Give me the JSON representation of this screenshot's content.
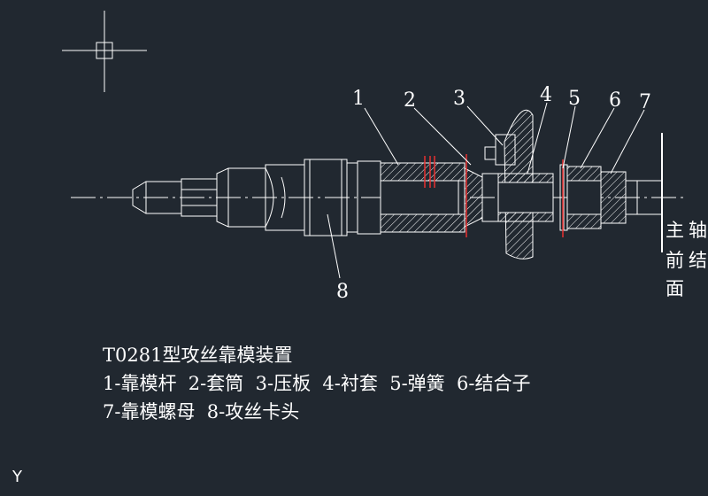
{
  "diagram": {
    "callouts": [
      "1",
      "2",
      "3",
      "4",
      "5",
      "6",
      "7",
      "8"
    ],
    "side_label": [
      "主",
      "轴",
      "前",
      "结",
      "面"
    ],
    "title": "T0281型攻丝靠模装置",
    "legend_line1": "1-靠模杆  2-套筒  3-压板  4-衬套  5-弹簧  6-结合子",
    "legend_line2": "7-靠模螺母  8-攻丝卡头",
    "ucs_label": "Y"
  },
  "colors": {
    "background": "#212830",
    "lines": "#ffffff",
    "red_marks": "#e83030"
  }
}
